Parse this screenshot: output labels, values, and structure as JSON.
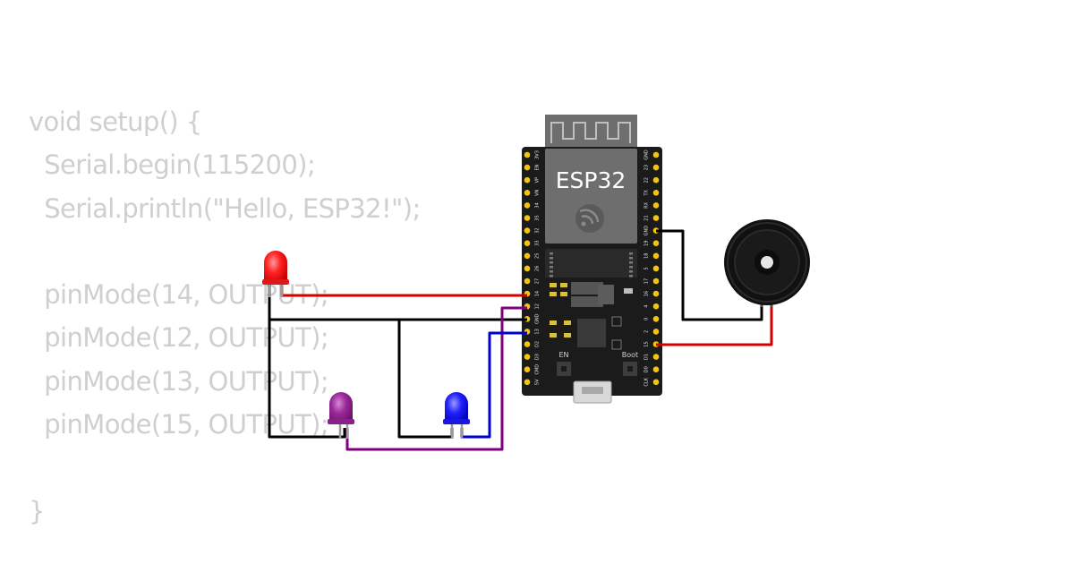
{
  "code_lines": [
    "void setup() {",
    "  Serial.begin(115200);",
    "  Serial.println(\"Hello, ESP32!\");",
    "",
    "  pinMode(14, OUTPUT);",
    "  pinMode(12, OUTPUT);",
    "  pinMode(13, OUTPUT);",
    "  pinMode(15, OUTPUT);",
    "",
    "}"
  ],
  "board": {
    "chip_label": "ESP32",
    "button_en": "EN",
    "button_boot": "Boot",
    "left_pins": [
      "3V3",
      "EN",
      "VP",
      "VN",
      "34",
      "35",
      "32",
      "33",
      "25",
      "26",
      "27",
      "14",
      "12",
      "GND",
      "13",
      "D2",
      "D3",
      "CMD",
      "5V"
    ],
    "right_pins": [
      "GND",
      "23",
      "22",
      "TX",
      "RX",
      "21",
      "GND",
      "19",
      "18",
      "5",
      "17",
      "16",
      "4",
      "0",
      "2",
      "15",
      "D1",
      "D0",
      "CLK"
    ]
  },
  "colors": {
    "wire_red": "#d40000",
    "wire_black": "#000000",
    "wire_purple": "#800080",
    "wire_blue": "#0000cc",
    "led_red": "#ff2020",
    "led_purple": "#9a2a9a",
    "led_blue": "#2020ff",
    "board": "#1b1b1b",
    "pin_gold": "#f3c512"
  }
}
